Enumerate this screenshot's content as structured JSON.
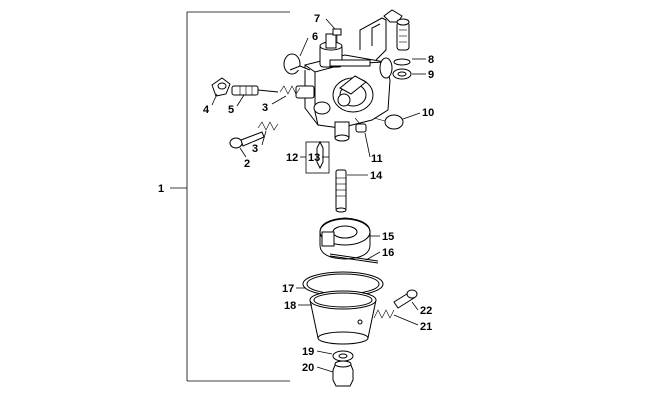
{
  "diagram": {
    "callouts": [
      {
        "id": "c1",
        "text": "1"
      },
      {
        "id": "c2",
        "text": "2"
      },
      {
        "id": "c3a",
        "text": "3"
      },
      {
        "id": "c3b",
        "text": "3"
      },
      {
        "id": "c4",
        "text": "4"
      },
      {
        "id": "c5",
        "text": "5"
      },
      {
        "id": "c6",
        "text": "6"
      },
      {
        "id": "c7",
        "text": "7"
      },
      {
        "id": "c8",
        "text": "8"
      },
      {
        "id": "c9",
        "text": "9"
      },
      {
        "id": "c10",
        "text": "10"
      },
      {
        "id": "c11",
        "text": "11"
      },
      {
        "id": "c12",
        "text": "12"
      },
      {
        "id": "c13",
        "text": "13"
      },
      {
        "id": "c14",
        "text": "14"
      },
      {
        "id": "c15",
        "text": "15"
      },
      {
        "id": "c16",
        "text": "16"
      },
      {
        "id": "c17",
        "text": "17"
      },
      {
        "id": "c18",
        "text": "18"
      },
      {
        "id": "c19",
        "text": "19"
      },
      {
        "id": "c20",
        "text": "20"
      },
      {
        "id": "c21",
        "text": "21"
      },
      {
        "id": "c22",
        "text": "22"
      }
    ]
  }
}
